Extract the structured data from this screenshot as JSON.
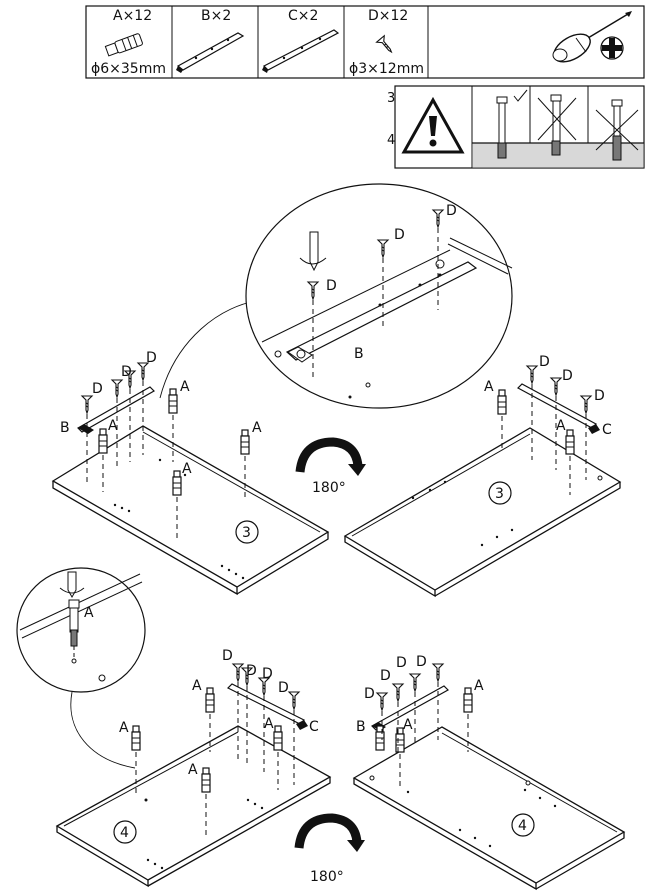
{
  "parts": [
    {
      "name": "A",
      "qty": "A×12",
      "spec": "ϕ6×35mm"
    },
    {
      "name": "B",
      "qty": "B×2",
      "spec": ""
    },
    {
      "name": "C",
      "qty": "C×2",
      "spec": ""
    },
    {
      "name": "D",
      "qty": "D×12",
      "spec": "ϕ3×12mm"
    }
  ],
  "warning": {
    "row_label_1": "3",
    "row_label_2": "4"
  },
  "steps": {
    "step3": "3",
    "step4": "4",
    "rotate": "180°"
  },
  "callouts": {
    "A": "A",
    "B": "B",
    "C": "C",
    "D": "D"
  }
}
